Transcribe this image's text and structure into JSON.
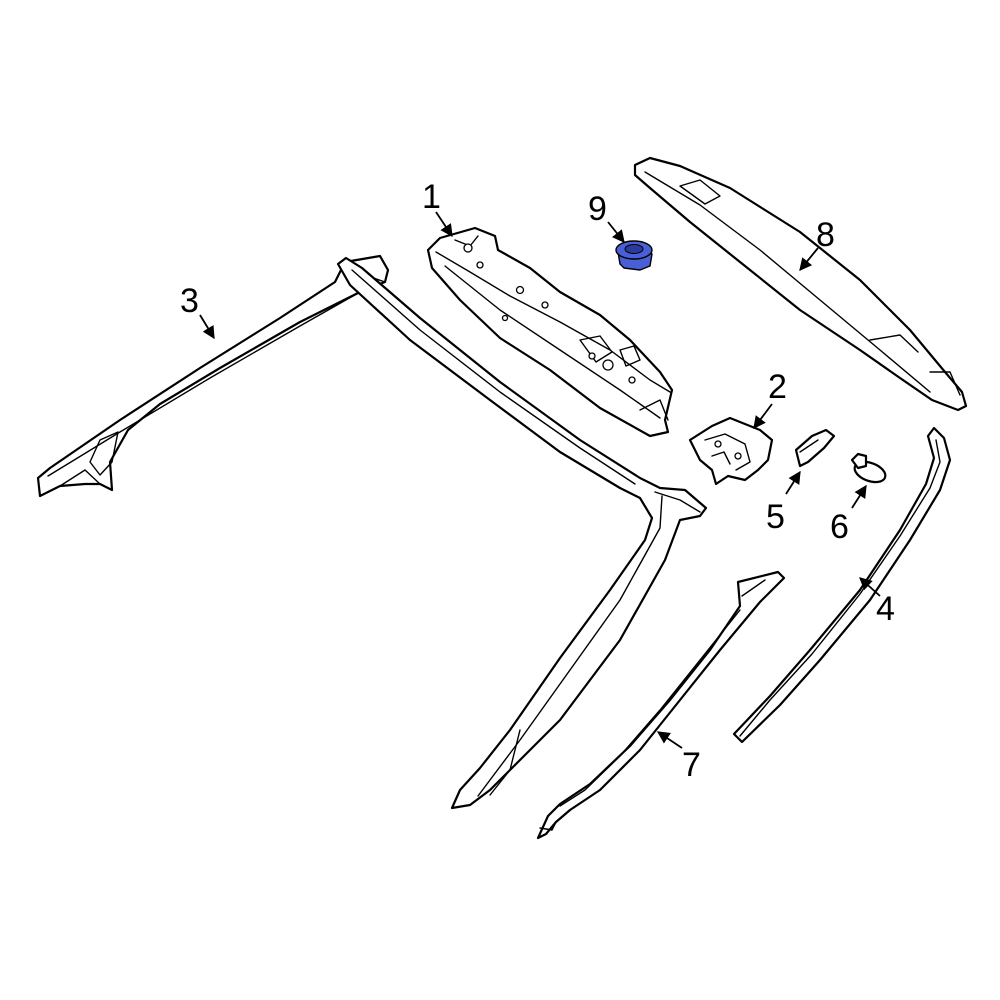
{
  "diagram": {
    "highlight_color": "#4a5fd6",
    "line_color": "#000000",
    "background": "#ffffff",
    "callouts": [
      {
        "id": "1",
        "label": "1"
      },
      {
        "id": "2",
        "label": "2"
      },
      {
        "id": "3",
        "label": "3"
      },
      {
        "id": "4",
        "label": "4"
      },
      {
        "id": "5",
        "label": "5"
      },
      {
        "id": "6",
        "label": "6"
      },
      {
        "id": "7",
        "label": "7"
      },
      {
        "id": "8",
        "label": "8"
      },
      {
        "id": "9",
        "label": "9"
      }
    ]
  }
}
